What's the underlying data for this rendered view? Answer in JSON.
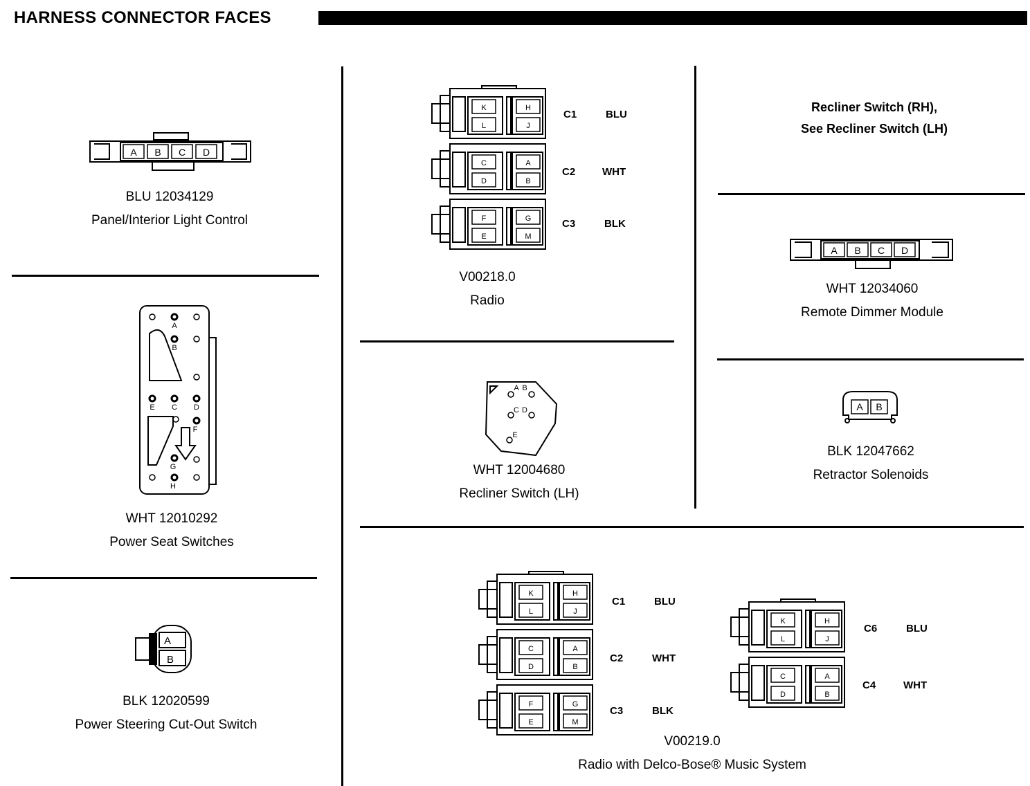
{
  "header": {
    "title": "HARNESS CONNECTOR FACES"
  },
  "connectors": {
    "panel_light": {
      "code": "BLU 12034129",
      "name": "Panel/Interior Light Control",
      "pins": [
        "A",
        "B",
        "C",
        "D"
      ]
    },
    "power_seat": {
      "code": "WHT 12010292",
      "name": "Power Seat Switches",
      "pins": [
        "A",
        "B",
        "C",
        "D",
        "E",
        "F",
        "G",
        "H"
      ]
    },
    "ps_cutout": {
      "code": "BLK 12020599",
      "name": "Power Steering Cut-Out Switch",
      "pins": [
        "A",
        "B"
      ]
    },
    "radio": {
      "code": "V00218.0",
      "name": "Radio",
      "rows": [
        {
          "id": "C1",
          "color": "BLU",
          "pins": [
            "K",
            "H",
            "L",
            "J"
          ]
        },
        {
          "id": "C2",
          "color": "WHT",
          "pins": [
            "C",
            "A",
            "D",
            "B"
          ]
        },
        {
          "id": "C3",
          "color": "BLK",
          "pins": [
            "F",
            "G",
            "E",
            "M"
          ]
        }
      ]
    },
    "recliner_lh": {
      "code": "WHT 12004680",
      "name": "Recliner Switch (LH)",
      "pins": [
        "A",
        "B",
        "C",
        "D",
        "E"
      ]
    },
    "recliner_rh": {
      "line1": "Recliner Switch (RH),",
      "line2": "See Recliner Switch (LH)"
    },
    "dimmer": {
      "code": "WHT 12034060",
      "name": "Remote Dimmer Module",
      "pins": [
        "A",
        "B",
        "C",
        "D"
      ]
    },
    "retractor": {
      "code": "BLK 12047662",
      "name": "Retractor Solenoids",
      "pins": [
        "A",
        "B"
      ]
    },
    "bose": {
      "code": "V00219.0",
      "name": "Radio with Delco-Bose®  Music System",
      "left_rows": [
        {
          "id": "C1",
          "color": "BLU",
          "pins": [
            "K",
            "H",
            "L",
            "J"
          ]
        },
        {
          "id": "C2",
          "color": "WHT",
          "pins": [
            "C",
            "A",
            "D",
            "B"
          ]
        },
        {
          "id": "C3",
          "color": "BLK",
          "pins": [
            "F",
            "G",
            "E",
            "M"
          ]
        }
      ],
      "right_rows": [
        {
          "id": "C6",
          "color": "BLU",
          "pins": [
            "K",
            "H",
            "L",
            "J"
          ]
        },
        {
          "id": "C4",
          "color": "WHT",
          "pins": [
            "C",
            "A",
            "D",
            "B"
          ]
        }
      ]
    }
  }
}
